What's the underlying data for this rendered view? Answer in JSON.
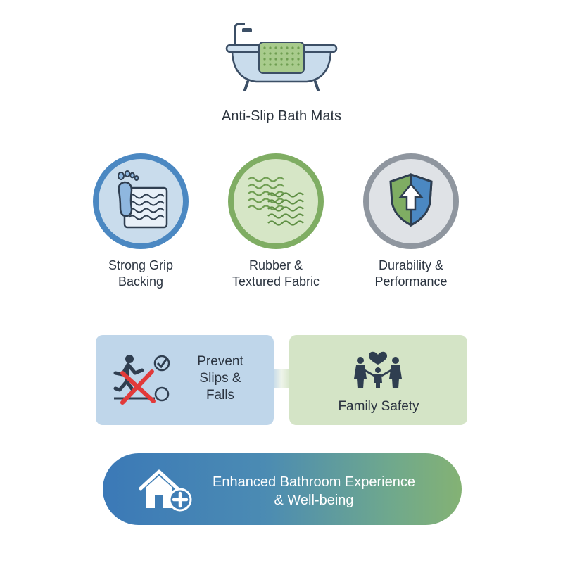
{
  "header": {
    "title": "Anti-Slip Bath Mats",
    "icon": "bathtub-with-mat-icon"
  },
  "features": [
    {
      "icon": "footprint-on-mat-icon",
      "line1": "Strong Grip",
      "line2": "Backing",
      "color": "#4b88c2"
    },
    {
      "icon": "textured-fabric-icon",
      "line1": "Rubber &",
      "line2": "Textured Fabric",
      "color": "#7fad63"
    },
    {
      "icon": "shield-arrow-icon",
      "line1": "Durability &",
      "line2": "Performance",
      "color": "#8f969f"
    }
  ],
  "benefits": {
    "prevent": {
      "icon": "no-slip-fall-icon",
      "line1": "Prevent",
      "line2": "Slips &",
      "line3": "Falls",
      "color": "#bfd6ea"
    },
    "family": {
      "icon": "family-heart-icon",
      "label": "Family Safety",
      "color": "#d4e4c6"
    }
  },
  "outcome": {
    "icon": "home-health-icon",
    "line1": "Enhanced Bathroom Experience",
    "line2": "& Well-being"
  }
}
